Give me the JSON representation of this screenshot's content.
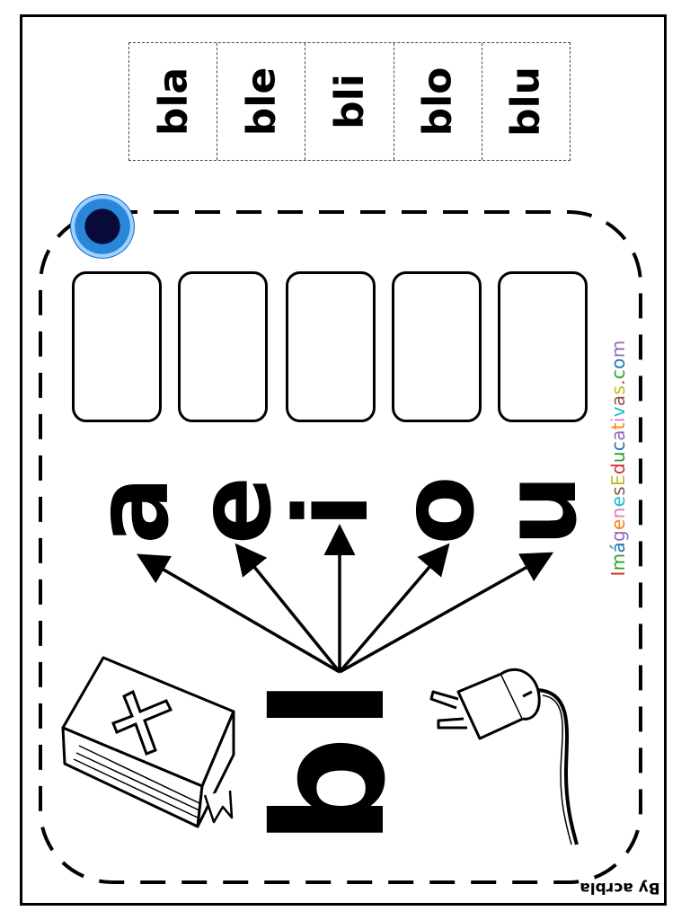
{
  "syllables": [
    "bla",
    "ble",
    "bli",
    "blo",
    "blu"
  ],
  "vowels": [
    "a",
    "e",
    "i",
    "o",
    "u"
  ],
  "main_syllable": "bl",
  "brand": "ImágenesEducativas.com",
  "brand_colors": [
    "#d62728",
    "#2ca02c",
    "#1f77b4",
    "#9467bd",
    "#ff7f0e",
    "#e377c2",
    "#17becf",
    "#8c564b",
    "#bcbd22",
    "#d62728",
    "#2ca02c",
    "#1f77b4",
    "#9467bd",
    "#ff7f0e",
    "#e377c2",
    "#17becf",
    "#8c564b",
    "#bcbd22",
    "#d62728",
    "#2ca02c",
    "#1f77b4",
    "#9467bd"
  ],
  "credit": "By acrbla",
  "badge_icon": "circular-logo-badge",
  "illustrations": [
    "bible-book-icon",
    "electric-plug-icon"
  ]
}
